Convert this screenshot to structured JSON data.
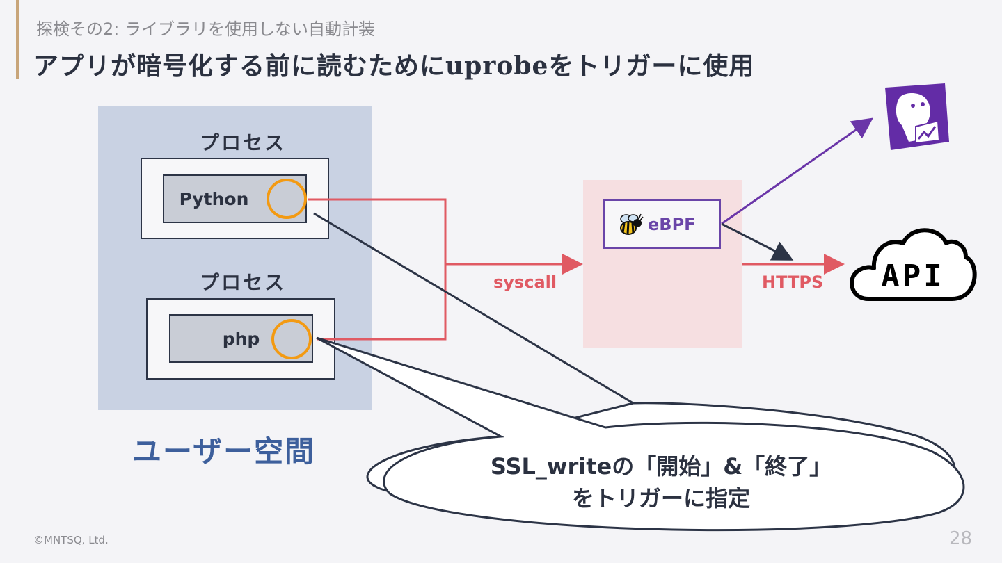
{
  "header": {
    "subtitle": "探検その2: ライブラリを使用しない自動計装",
    "title": "アプリが暗号化する前に読むためにuprobeをトリガーに使用"
  },
  "user_space": {
    "label": "ユーザー空間",
    "processes": [
      {
        "label": "プロセス",
        "runtime": "Python"
      },
      {
        "label": "プロセス",
        "runtime": "php"
      }
    ]
  },
  "kernel": {
    "ebpf_label": "eBPF",
    "syscall_label": "syscall",
    "https_label": "HTTPS"
  },
  "api": {
    "label": "API"
  },
  "callout": {
    "line1": "SSL_writeの「開始」&「終了」",
    "line2": "をトリガーに指定"
  },
  "footer": {
    "copyright": "©MNTSQ, Ltd.",
    "page_number": "28"
  },
  "colors": {
    "accent": "#c8a57a",
    "user_space_bg": "#c9d2e3",
    "kernel_bg": "#f6dfe1",
    "probe": "#f39a12",
    "syscall_line": "#e05a63",
    "ebpf_purple": "#6a45a8",
    "user_space_text": "#3d5f9c"
  },
  "icons": [
    "bee-icon",
    "datadog-logo",
    "api-cloud-icon"
  ]
}
